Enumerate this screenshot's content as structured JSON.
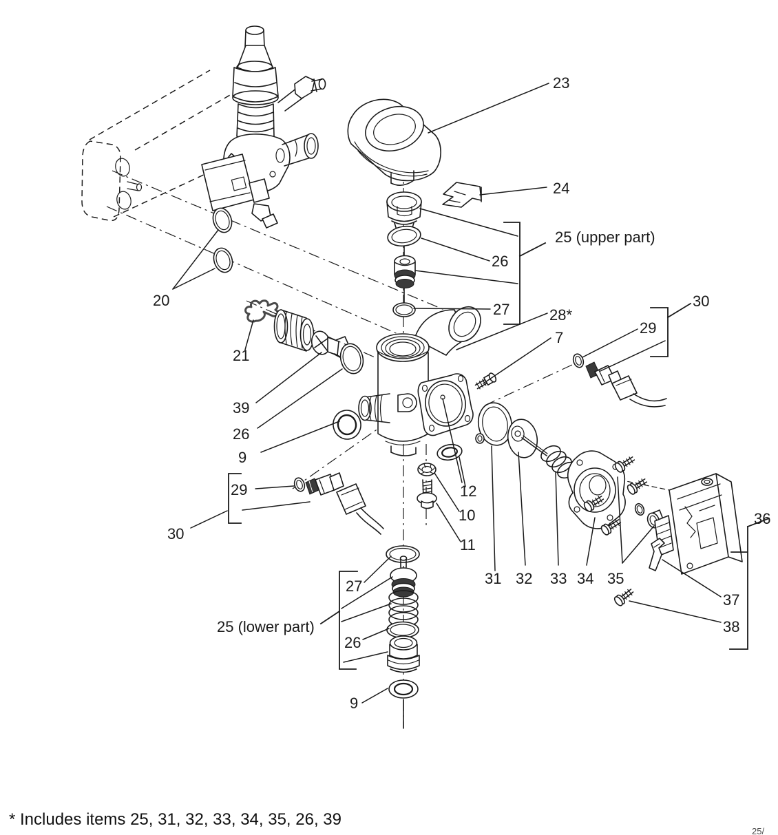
{
  "diagram": {
    "type": "exploded-parts-diagram",
    "footnote": "* Includes items 25, 31, 32, 33, 34, 35, 26, 39",
    "page_fragment": "25/",
    "colors": {
      "line": "#1a1a1a",
      "background": "#ffffff",
      "dark_fill": "#3a3a3a"
    },
    "callouts": {
      "c7": "7",
      "c9_left": "9",
      "c9_bottom": "9",
      "c10": "10",
      "c11": "11",
      "c12": "12",
      "c20": "20",
      "c21": "21",
      "c23": "23",
      "c24": "24",
      "c25_upper": "25 (upper part)",
      "c25_lower": "25 (lower part)",
      "c26_upper": "26",
      "c26_left": "26",
      "c26_lower": "26",
      "c27_upper": "27",
      "c27_lower": "27",
      "c28": "28*",
      "c29_right": "29",
      "c29_left": "29",
      "c30_right": "30",
      "c30_left": "30",
      "c31": "31",
      "c32": "32",
      "c33": "33",
      "c34": "34",
      "c35": "35",
      "c36": "36",
      "c37": "37",
      "c38": "38",
      "c39": "39"
    }
  }
}
